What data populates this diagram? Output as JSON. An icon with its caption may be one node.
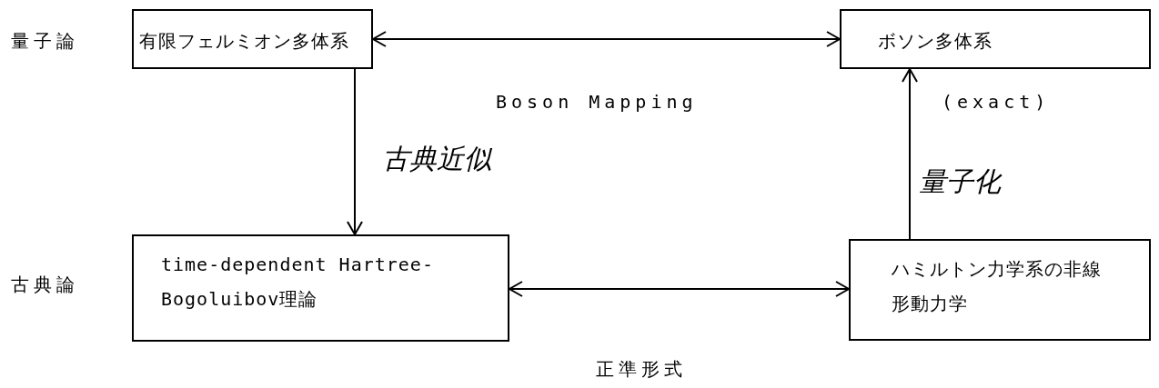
{
  "diagram": {
    "nodes": [
      {
        "text": [
          "有限フェルミオン多体系"
        ]
      },
      {
        "text": [
          "ボソン多体系"
        ]
      },
      {
        "text": [
          "time-dependent Hartree-Bogoluibov理論"
        ]
      },
      {
        "text": [
          "ハミルトン力学系の非線形動力学"
        ]
      }
    ],
    "edges": [
      {
        "from": 0,
        "to": 1,
        "arrow": "both",
        "label": "Boson Mapping"
      },
      {
        "from": 0,
        "to": 2,
        "arrow": "to",
        "label": "古典近似"
      },
      {
        "from": 3,
        "to": 1,
        "arrow": "to",
        "label": "量子化"
      },
      {
        "from": 2,
        "to": 3,
        "arrow": "both",
        "label": "正準形式"
      }
    ],
    "labels": [
      "量子論",
      "(exact)",
      "古典論"
    ]
  }
}
